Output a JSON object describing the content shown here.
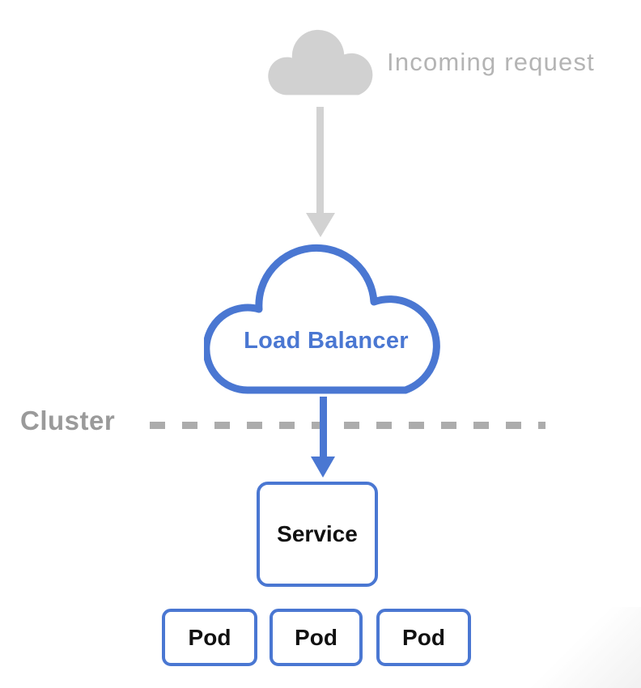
{
  "diagram": {
    "incoming": {
      "label": "Incoming request"
    },
    "load_balancer": {
      "label": "Load Balancer"
    },
    "cluster": {
      "label": "Cluster"
    },
    "service": {
      "label": "Service"
    },
    "pods": [
      {
        "label": "Pod"
      },
      {
        "label": "Pod"
      },
      {
        "label": "Pod"
      }
    ]
  },
  "colors": {
    "blue": "#4a77d2",
    "cloud_gray": "#d1d1d1",
    "arrow_gray": "#d2d2d2",
    "incoming_text_gray": "#b4b4b4",
    "cluster_text_gray": "#9a9a9a",
    "dash_gray": "#acacac",
    "text_black": "#111111"
  }
}
